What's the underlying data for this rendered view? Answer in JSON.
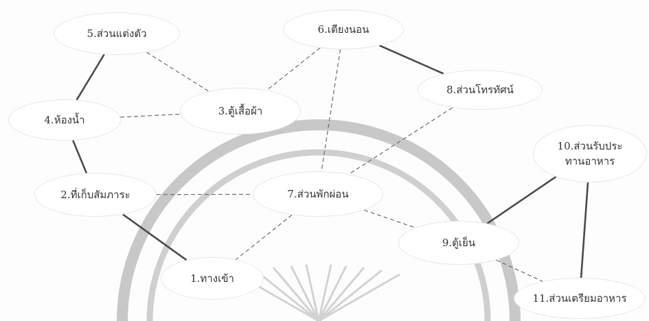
{
  "diagram": {
    "nodes": [
      {
        "id": "n5",
        "label": "5.ส่วนแต่งตัว"
      },
      {
        "id": "n6",
        "label": "6.เตียงนอน"
      },
      {
        "id": "n4",
        "label": "4.ห้องน้ำ"
      },
      {
        "id": "n3",
        "label": "3.ตู้เสื้อผ้า"
      },
      {
        "id": "n8",
        "label": "8.ส่วนโทรทัศน์"
      },
      {
        "id": "n10",
        "label": "10.ส่วนรับประ\nทานอาหาร"
      },
      {
        "id": "n2",
        "label": "2.ที่เก็บสัมภาระ"
      },
      {
        "id": "n7",
        "label": "7.ส่วนพักผ่อน"
      },
      {
        "id": "n9",
        "label": "9.ตู้เย็น"
      },
      {
        "id": "n1",
        "label": "1.ทางเข้า"
      },
      {
        "id": "n11",
        "label": "11.ส่วนเตรียมอาหาร"
      }
    ],
    "edges": [
      {
        "from": "n5",
        "to": "n4",
        "style": "solid"
      },
      {
        "from": "n5",
        "to": "n3",
        "style": "dashed"
      },
      {
        "from": "n6",
        "to": "n3",
        "style": "dashed"
      },
      {
        "from": "n6",
        "to": "n8",
        "style": "solid"
      },
      {
        "from": "n6",
        "to": "n7",
        "style": "dashed"
      },
      {
        "from": "n4",
        "to": "n3",
        "style": "dashed"
      },
      {
        "from": "n4",
        "to": "n2",
        "style": "solid"
      },
      {
        "from": "n8",
        "to": "n7",
        "style": "dashed"
      },
      {
        "from": "n2",
        "to": "n7",
        "style": "dashed"
      },
      {
        "from": "n2",
        "to": "n1",
        "style": "solid"
      },
      {
        "from": "n7",
        "to": "n1",
        "style": "dashed"
      },
      {
        "from": "n7",
        "to": "n9",
        "style": "dashed"
      },
      {
        "from": "n9",
        "to": "n10",
        "style": "solid"
      },
      {
        "from": "n9",
        "to": "n11",
        "style": "dashed"
      },
      {
        "from": "n10",
        "to": "n11",
        "style": "solid"
      }
    ],
    "colors": {
      "solid_edge": "#4a4a4a",
      "dashed_edge": "#6a6a6a",
      "watermark": "#c4c4c4"
    }
  }
}
